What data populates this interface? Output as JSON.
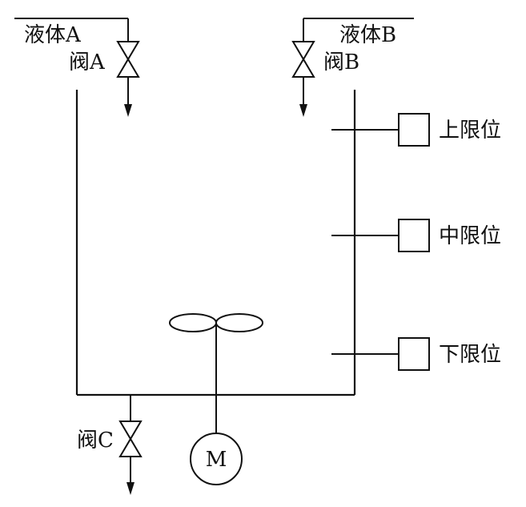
{
  "labels": {
    "liquid_a": "液体A",
    "liquid_b": "液体B",
    "valve_a": "阀A",
    "valve_b": "阀B",
    "valve_c": "阀C",
    "upper_limit": "上限位",
    "middle_limit": "中限位",
    "lower_limit": "下限位",
    "motor": "M"
  }
}
